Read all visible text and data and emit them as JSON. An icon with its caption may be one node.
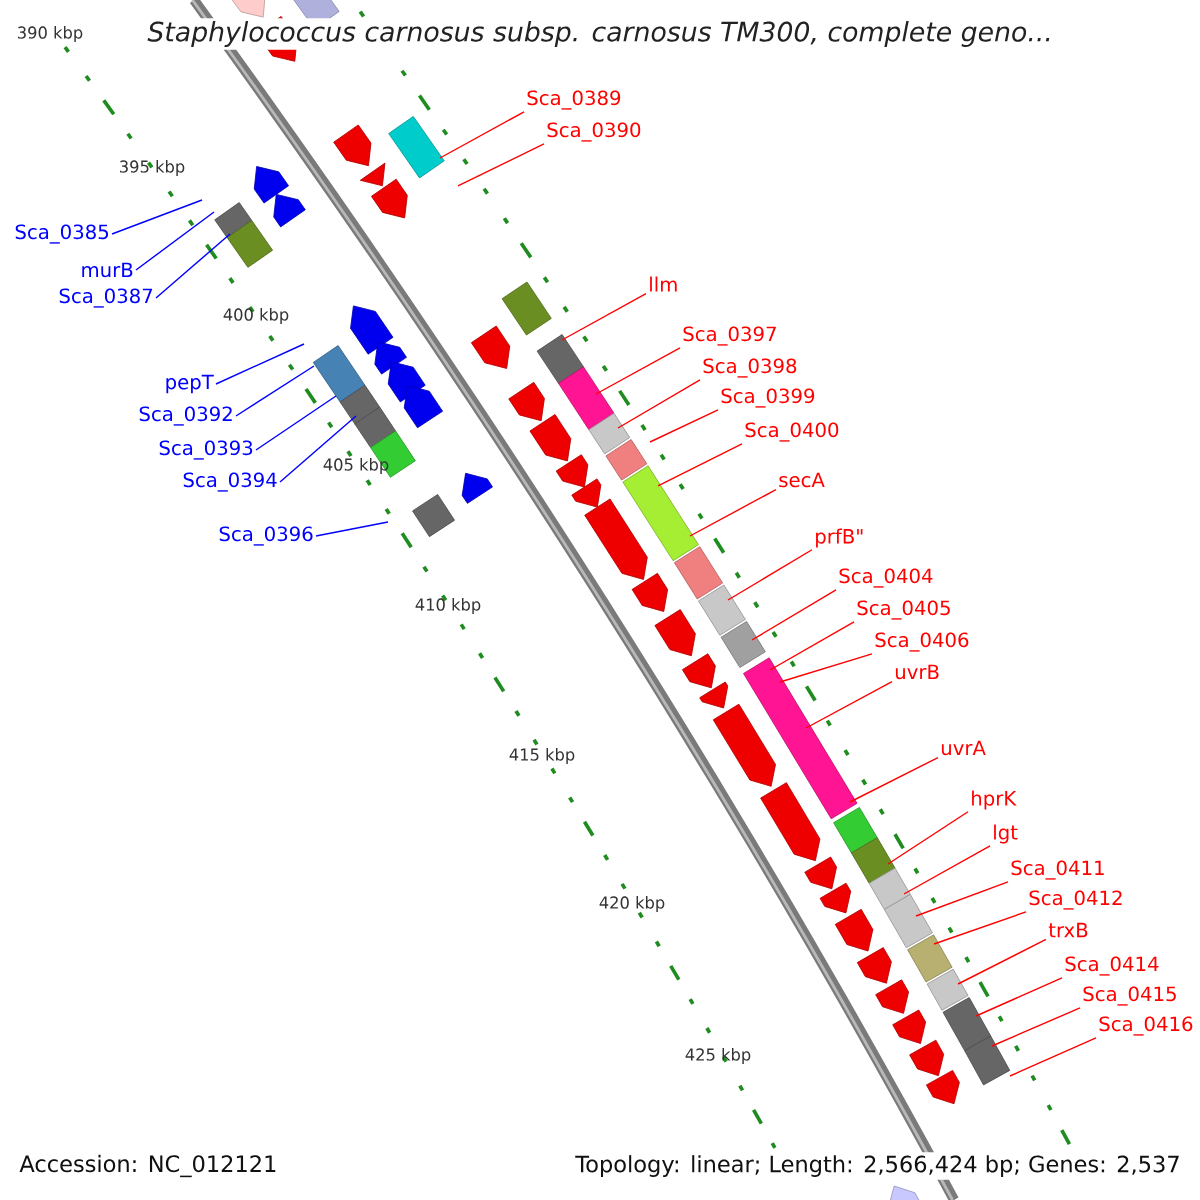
{
  "diagram": {
    "title": "Staphylococcus carnosus subsp. carnosus TM300, complete geno...",
    "nodes": [
      {
        "text": [
          "Sca_0389"
        ]
      },
      {
        "text": [
          "Sca_0390"
        ]
      },
      {
        "text": [
          "Sca_0385"
        ]
      },
      {
        "text": [
          "murB"
        ]
      },
      {
        "text": [
          "llm"
        ]
      },
      {
        "text": [
          "Sca_0387"
        ]
      },
      {
        "text": [
          "Sca_0397"
        ]
      },
      {
        "text": [
          "Sca_0398"
        ]
      },
      {
        "text": [
          "pepT"
        ]
      },
      {
        "text": [
          "Sca_0399"
        ]
      },
      {
        "text": [
          "Sca_0392"
        ]
      },
      {
        "text": [
          "Sca_0400"
        ]
      },
      {
        "text": [
          "Sca_0393"
        ]
      },
      {
        "text": [
          "secA"
        ]
      },
      {
        "text": [
          "Sca_0394"
        ]
      },
      {
        "text": [
          "Sca_0396"
        ]
      },
      {
        "text": [
          "prfB\""
        ]
      },
      {
        "text": [
          "Sca_0404"
        ]
      },
      {
        "text": [
          "Sca_0405"
        ]
      },
      {
        "text": [
          "Sca_0406"
        ]
      },
      {
        "text": [
          "uvrB"
        ]
      },
      {
        "text": [
          "uvrA"
        ]
      },
      {
        "text": [
          "hprK"
        ]
      },
      {
        "text": [
          "lgt"
        ]
      },
      {
        "text": [
          "Sca_0411"
        ]
      },
      {
        "text": [
          "Sca_0412"
        ]
      },
      {
        "text": [
          "trxB"
        ]
      },
      {
        "text": [
          "Sca_0414"
        ]
      },
      {
        "text": [
          "Sca_0415"
        ]
      },
      {
        "text": [
          "Sca_0416"
        ]
      }
    ],
    "edges": [
      {
        "from": 0,
        "to": null,
        "arrow": "none"
      },
      {
        "from": 1,
        "to": null,
        "arrow": "none"
      },
      {
        "from": 2,
        "to": null,
        "arrow": "none",
        "color": "#0000ff"
      },
      {
        "from": 3,
        "to": null,
        "arrow": "none",
        "color": "#0000ff"
      },
      {
        "from": 4,
        "to": null,
        "arrow": "none"
      },
      {
        "from": 5,
        "to": null,
        "arrow": "none",
        "color": "#0000ff"
      },
      {
        "from": 6,
        "to": null,
        "arrow": "none"
      },
      {
        "from": 7,
        "to": null,
        "arrow": "none"
      },
      {
        "from": 8,
        "to": null,
        "arrow": "none",
        "color": "#0000ff"
      },
      {
        "from": 9,
        "to": null,
        "arrow": "none"
      },
      {
        "from": 10,
        "to": null,
        "arrow": "none",
        "color": "#0000ff"
      },
      {
        "from": 11,
        "to": null,
        "arrow": "none"
      },
      {
        "from": 12,
        "to": null,
        "arrow": "none",
        "color": "#0000ff"
      },
      {
        "from": 13,
        "to": null,
        "arrow": "none"
      },
      {
        "from": 14,
        "to": null,
        "arrow": "none",
        "color": "#0000ff"
      },
      {
        "from": 15,
        "to": null,
        "arrow": "none",
        "color": "#0000ff"
      },
      {
        "from": 16,
        "to": null,
        "arrow": "none"
      },
      {
        "from": 17,
        "to": null,
        "arrow": "none"
      },
      {
        "from": 18,
        "to": null,
        "arrow": "none"
      },
      {
        "from": 19,
        "to": null,
        "arrow": "none"
      },
      {
        "from": 20,
        "to": null,
        "arrow": "none"
      },
      {
        "from": 21,
        "to": null,
        "arrow": "none"
      },
      {
        "from": 22,
        "to": null,
        "arrow": "none"
      },
      {
        "from": 23,
        "to": null,
        "arrow": "none"
      },
      {
        "from": 24,
        "to": null,
        "arrow": "none"
      },
      {
        "from": 25,
        "to": null,
        "arrow": "none"
      },
      {
        "from": 26,
        "to": null,
        "arrow": "none"
      },
      {
        "from": 27,
        "to": null,
        "arrow": "none"
      },
      {
        "from": 28,
        "to": null,
        "arrow": "none"
      },
      {
        "from": 29,
        "to": null,
        "arrow": "none"
      }
    ],
    "labels": [
      "390 kbp",
      "395 kbp",
      "400 kbp",
      "405 kbp",
      "410 kbp",
      "415 kbp",
      "420 kbp",
      "425 kbp",
      "Accession: NC_012121",
      "Topology: linear; Length: 2,566,424 bp; Genes: 2,537"
    ]
  }
}
